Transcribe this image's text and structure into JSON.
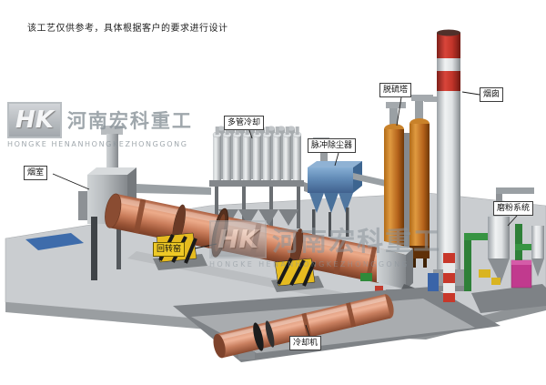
{
  "disclaimer": "该工艺仅供参考，具体根据客户的要求进行设计",
  "watermark": {
    "hk": "HK",
    "brand_cn": "河南宏科重工",
    "brand_en": "HONGKE HENANHONGKEZHONGGONG"
  },
  "labels": {
    "smoke_chamber": "烟室",
    "rotary_kiln": "回转窑",
    "multi_tube_cooler": "多管冷却",
    "pulse_dust_collector": "脉冲除尘器",
    "desulfurization_tower": "脱硫塔",
    "chimney": "烟囱",
    "grinding_system": "磨粉系统",
    "cooling_machine": "冷却机"
  },
  "colors": {
    "kiln": "#c97c5a",
    "dust_collector": "#5d86b2",
    "tower": "#b3611a",
    "chimney_stripe": "#c23429",
    "hazard_yellow": "#e6bb1f",
    "platform": "#cacdd0",
    "watermark_gray": "#8b949b"
  }
}
